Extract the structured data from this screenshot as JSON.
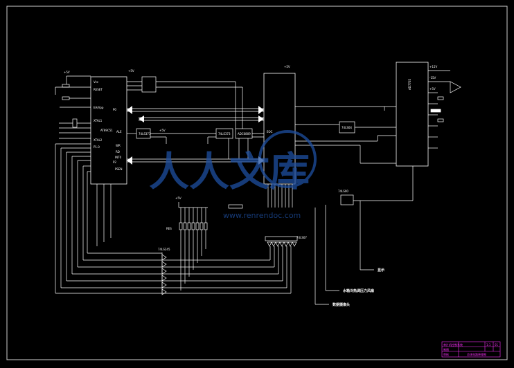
{
  "labels": {
    "vcc_left": "+5V",
    "rst": "RESET",
    "vcc_pin": "Vcc",
    "ea": "EA/Vpp",
    "xtal1": "XTAL1",
    "xtal2": "XTAL2",
    "p1": "P1.0",
    "p0": "P0",
    "p2": "P2",
    "ale": "ALE",
    "wr": "WR",
    "rd": "RD",
    "psen": "PSEN",
    "int0": "INT0",
    "mcu": "AT89C51",
    "latch1": "74LS373",
    "latch2": "74LS373",
    "adc": "ADC0809",
    "adc_side": "EOC",
    "chip_right": "AD7705",
    "gate": "74LS04",
    "lcd_chip": "74LS07",
    "buf": "74LS245",
    "res_label": "RES",
    "vcc_mid": "+5V",
    "vcc_top": "+5V",
    "vcc_r1": "+15V",
    "vcc_r2": "-15V",
    "vcc_r3": "+5V",
    "buzzer_label": "74LS00",
    "out1": "显示",
    "out2": "水箱冷热调压力风扇",
    "out3": "数据摄像头"
  },
  "titleblock": {
    "title": "单片机控制系统",
    "row2": "制图",
    "row3": "审核",
    "drawing": "总体电路原理图",
    "scale": "1:1",
    "sheet": "01"
  },
  "watermark": {
    "text": "人人文库",
    "url": "www.renrendoc.com"
  },
  "colors": {
    "wire": "#ffffff",
    "frame": "#d0d0d0",
    "title": "#ff30ff",
    "watermark": "#1e4fa0"
  }
}
